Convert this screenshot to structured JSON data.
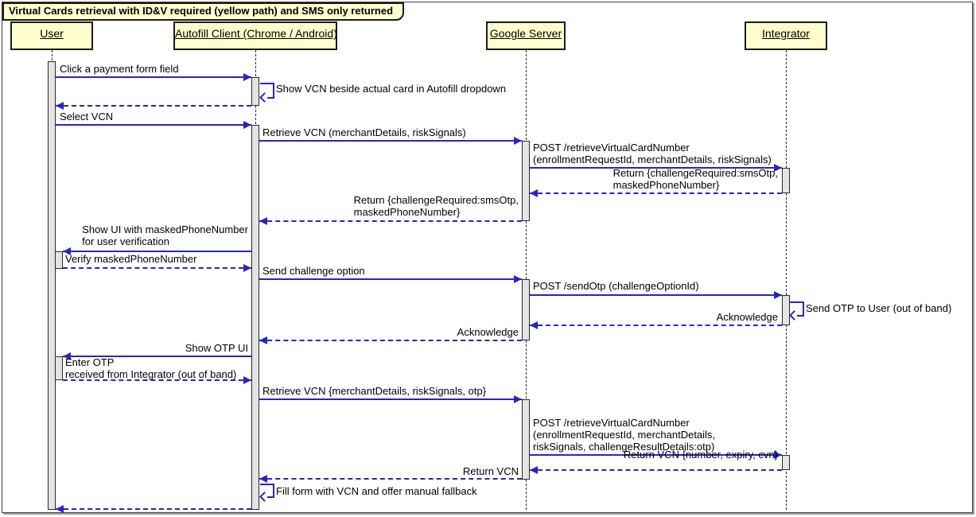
{
  "title": "Virtual Cards retrieval with ID&V required (yellow path) and SMS only returned",
  "participants": [
    {
      "name": "User"
    },
    {
      "name": "Autofill Client (Chrome / Android)"
    },
    {
      "name": "Google Server"
    },
    {
      "name": "Integrator"
    }
  ],
  "colors": {
    "arrow_blue": "#2626be",
    "participant_fill": "#fefece",
    "activation_fill": "#e4e4e4",
    "border_black": "#1a1a1a"
  },
  "messages": [
    {
      "label_lines": [
        "Click a payment form field"
      ]
    },
    {
      "label_lines": [
        "Show VCN beside actual card in Autofill dropdown"
      ]
    },
    {
      "label_lines": []
    },
    {
      "label_lines": [
        "Select VCN"
      ]
    },
    {
      "label_lines": [
        "Retrieve VCN (merchantDetails, riskSignals)"
      ]
    },
    {
      "label_lines": [
        "POST /retrieveVirtualCardNumber",
        "(enrollmentRequestId, merchantDetails, riskSignals)"
      ]
    },
    {
      "label_lines": [
        "Return {challengeRequired:smsOtp,",
        "maskedPhoneNumber}"
      ]
    },
    {
      "label_lines": [
        "Return {challengeRequired:smsOtp,",
        "maskedPhoneNumber}"
      ]
    },
    {
      "label_lines": [
        "Show UI with maskedPhoneNumber",
        "for user verification"
      ]
    },
    {
      "label_lines": [
        "Verify maskedPhoneNumber"
      ]
    },
    {
      "label_lines": [
        "Send challenge option"
      ]
    },
    {
      "label_lines": [
        "POST /sendOtp (challengeOptionId)"
      ]
    },
    {
      "label_lines": [
        "Send OTP to User (out of band)"
      ]
    },
    {
      "label_lines": [
        "Acknowledge"
      ]
    },
    {
      "label_lines": [
        "Acknowledge"
      ]
    },
    {
      "label_lines": [
        "Show OTP UI"
      ]
    },
    {
      "label_lines": [
        "Enter OTP",
        "received from Integrator (out of band)"
      ]
    },
    {
      "label_lines": [
        "Retrieve VCN {merchantDetails, riskSignals, otp}"
      ]
    },
    {
      "label_lines": [
        "POST /retrieveVirtualCardNumber",
        "(enrollmentRequestId, merchantDetails,",
        "riskSignals, challengeResultDetails:otp)"
      ]
    },
    {
      "label_lines": [
        "Return VCN {number, expiry, cvn}"
      ]
    },
    {
      "label_lines": [
        "Return VCN"
      ]
    },
    {
      "label_lines": [
        "Fill form with VCN and offer manual fallback"
      ]
    },
    {
      "label_lines": []
    }
  ]
}
